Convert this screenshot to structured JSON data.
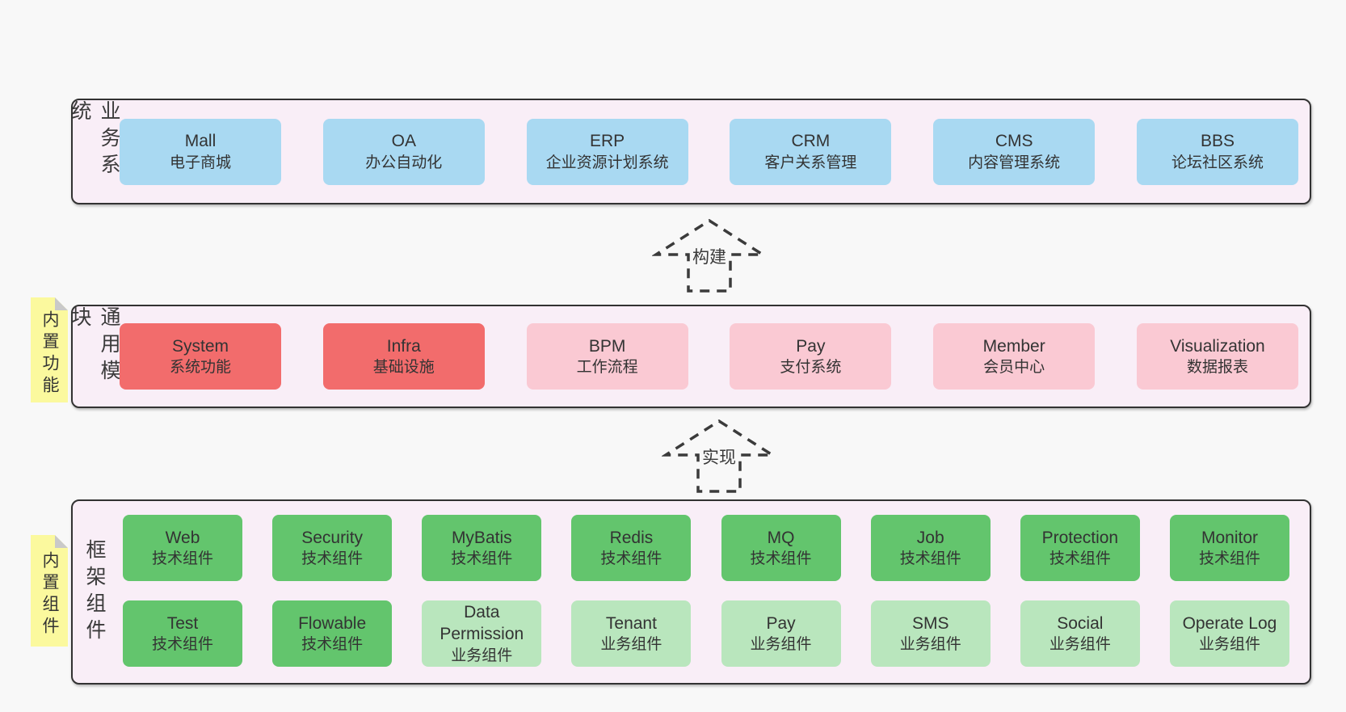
{
  "palette": {
    "canvas_bg": "#f8f8f8",
    "panel_bg": "#f9eef7",
    "panel_border": "#323232",
    "blue_box": "#a9d9f2",
    "red_box": "#f26c6c",
    "pink_box": "#fac9d3",
    "green_box": "#63c56d",
    "light_green_box": "#b9e6bd",
    "note_yellow": "#fbf99e",
    "note_fold_gray": "#c9c9c9",
    "text": "#333333",
    "arrow_stroke": "#3b3b3b"
  },
  "sections": [
    {
      "label": "业务系统",
      "boxes": [
        {
          "title": "Mall",
          "subtitle": "电子商城"
        },
        {
          "title": "OA",
          "subtitle": "办公自动化"
        },
        {
          "title": "ERP",
          "subtitle": "企业资源计划系统"
        },
        {
          "title": "CRM",
          "subtitle": "客户关系管理"
        },
        {
          "title": "CMS",
          "subtitle": "内容管理系统"
        },
        {
          "title": "BBS",
          "subtitle": "论坛社区系统"
        }
      ]
    },
    {
      "label": "通用模块",
      "note": "内置功能",
      "boxes": [
        {
          "title": "System",
          "subtitle": "系统功能"
        },
        {
          "title": "Infra",
          "subtitle": "基础设施"
        },
        {
          "title": "BPM",
          "subtitle": "工作流程"
        },
        {
          "title": "Pay",
          "subtitle": "支付系统"
        },
        {
          "title": "Member",
          "subtitle": "会员中心"
        },
        {
          "title": "Visualization",
          "subtitle": "数据报表"
        }
      ]
    },
    {
      "label": "框架组件",
      "note": "内置组件",
      "rows": [
        [
          {
            "title": "Web",
            "subtitle": "技术组件"
          },
          {
            "title": "Security",
            "subtitle": "技术组件"
          },
          {
            "title": "MyBatis",
            "subtitle": "技术组件"
          },
          {
            "title": "Redis",
            "subtitle": "技术组件"
          },
          {
            "title": "MQ",
            "subtitle": "技术组件"
          },
          {
            "title": "Job",
            "subtitle": "技术组件"
          },
          {
            "title": "Protection",
            "subtitle": "技术组件"
          },
          {
            "title": "Monitor",
            "subtitle": "技术组件"
          }
        ],
        [
          {
            "title": "Test",
            "subtitle": "技术组件"
          },
          {
            "title": "Flowable",
            "subtitle": "技术组件"
          },
          {
            "title": "Data Permission",
            "subtitle": "业务组件"
          },
          {
            "title": "Tenant",
            "subtitle": "业务组件"
          },
          {
            "title": "Pay",
            "subtitle": "业务组件"
          },
          {
            "title": "SMS",
            "subtitle": "业务组件"
          },
          {
            "title": "Social",
            "subtitle": "业务组件"
          },
          {
            "title": "Operate Log",
            "subtitle": "业务组件"
          }
        ]
      ]
    }
  ],
  "arrows": [
    {
      "label": "构建"
    },
    {
      "label": "实现"
    }
  ]
}
